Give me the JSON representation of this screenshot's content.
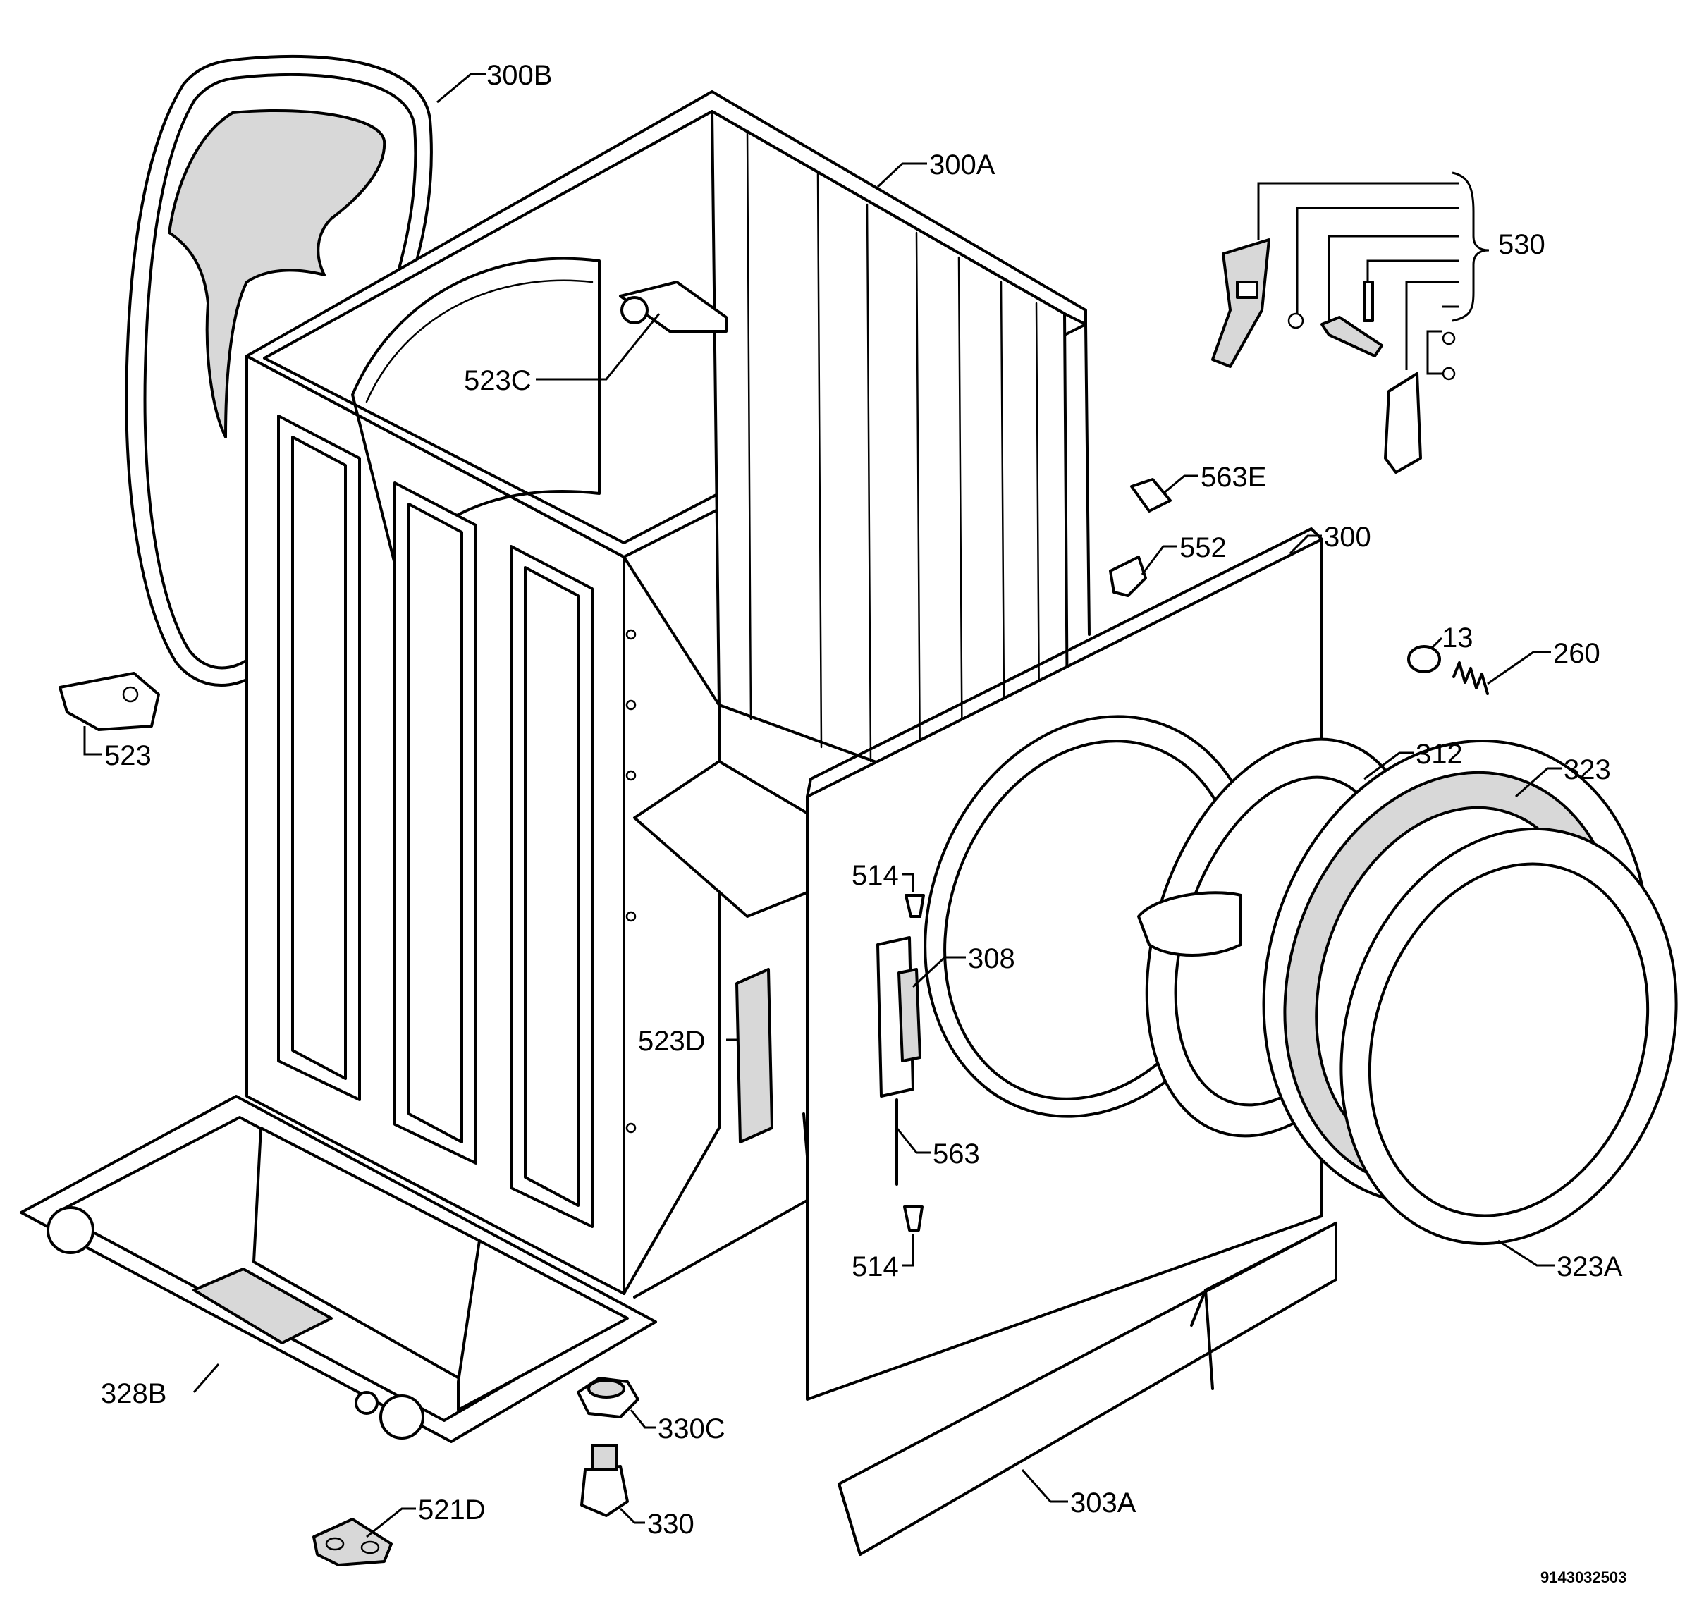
{
  "labels": {
    "l300B": "300B",
    "l300A": "300A",
    "l530": "530",
    "l523C": "523C",
    "l563E": "563E",
    "l552": "552",
    "l300": "300",
    "l13": "13",
    "l260": "260",
    "l523": "523",
    "l312": "312",
    "l323": "323",
    "l514a": "514",
    "l308": "308",
    "l523D": "523D",
    "l563": "563",
    "l514b": "514",
    "l323A": "323A",
    "l328B": "328B",
    "l330C": "330C",
    "l521D": "521D",
    "l330": "330",
    "l303A": "303A"
  },
  "drawing_code": "9143032503"
}
